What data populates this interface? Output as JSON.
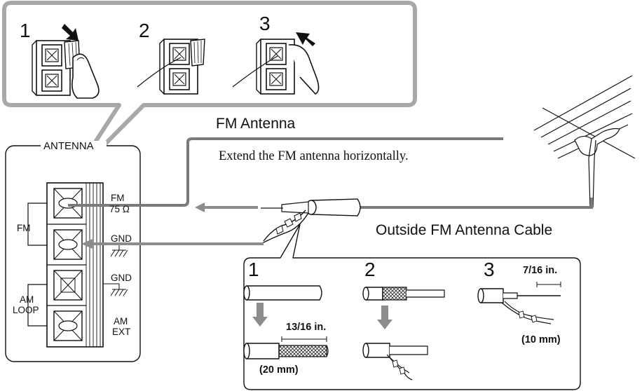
{
  "top_panel": {
    "steps": [
      "1",
      "2",
      "3"
    ]
  },
  "antenna_panel": {
    "title": "ANTENNA",
    "fm_group": "FM",
    "am_group_line1": "AM",
    "am_group_line2": "LOOP",
    "terminals": [
      {
        "line1": "FM",
        "line2": "75 Ω"
      },
      {
        "line1": "GND",
        "line2": ""
      },
      {
        "line1": "GND",
        "line2": ""
      },
      {
        "line1": "AM",
        "line2": "EXT"
      }
    ]
  },
  "fm_antenna_label": "FM Antenna",
  "instruction": "Extend the FM antenna horizontally.",
  "cable_label": "Outside FM Antenna Cable",
  "bottom_panel": {
    "steps": [
      "1",
      "2",
      "3"
    ],
    "measure_1": "13/16 in.",
    "measure_1_mm": "(20 mm)",
    "measure_3": "7/16 in.",
    "measure_3_mm": "(10 mm)"
  },
  "colors": {
    "line": "#1a1a1a",
    "panel_border": "#a8a8a8",
    "arrow": "#8c8c8c",
    "wire": "#7a7a7a"
  }
}
